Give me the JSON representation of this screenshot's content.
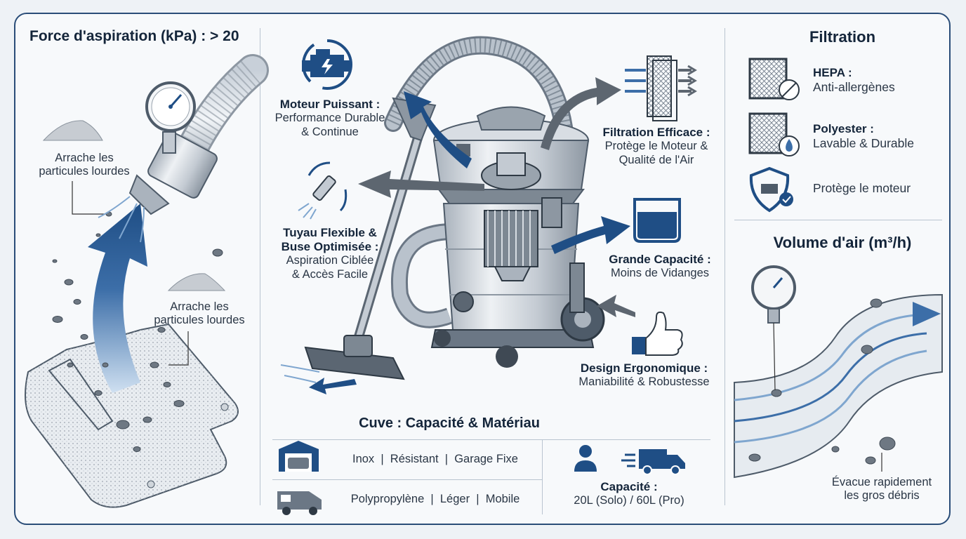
{
  "suction": {
    "title": "Force d'aspiration (kPa) : > 20",
    "label_top": [
      "Arrache les",
      "particules lourdes"
    ],
    "label_bottom": [
      "Arrache les",
      "particules lourdes"
    ]
  },
  "features": {
    "motor": {
      "title": "Moteur Puissant :",
      "lines": [
        "Performance Durable",
        "& Continue"
      ]
    },
    "hose": {
      "title_lines": [
        "Tuyau Flexible &",
        "Buse Optimisée :"
      ],
      "lines": [
        "Aspiration Ciblée",
        "& Accès Facile"
      ]
    },
    "filtration": {
      "title": "Filtration Efficace :",
      "lines": [
        "Protège le Moteur &",
        "Qualité de l'Air"
      ]
    },
    "capacity": {
      "title": "Grande Capacité :",
      "lines": [
        "Moins de Vidanges"
      ]
    },
    "ergonomic": {
      "title": "Design Ergonomique :",
      "lines": [
        "Maniabilité & Robustesse"
      ]
    }
  },
  "tank": {
    "title": "Cuve : Capacité & Matériau",
    "rows": [
      {
        "text": "Inox  |  Résistant  |  Garage Fixe",
        "icon": "garage-icon"
      },
      {
        "text": "Polypropylène  |  Léger  |  Mobile",
        "icon": "van-icon"
      }
    ],
    "capacity_title": "Capacité :",
    "capacity_value": "20L (Solo) / 60L (Pro)"
  },
  "filtration_panel": {
    "title": "Filtration",
    "items": [
      {
        "title": "HEPA :",
        "desc": "Anti-allergènes",
        "icon": "hepa-filter-icon"
      },
      {
        "title": "Polyester :",
        "desc": "Lavable & Durable",
        "icon": "polyester-filter-icon"
      },
      {
        "title": "",
        "desc": "Protège le moteur",
        "icon": "shield-engine-icon"
      }
    ]
  },
  "airflow": {
    "title": "Volume d'air (m³/h)",
    "label": [
      "Évacue rapidement",
      "les gros débris"
    ]
  },
  "colors": {
    "accent": "#2a4d78",
    "arrow_blue": "#1f4e85",
    "arrow_grey": "#5d6670",
    "frame_bg": "#f7f9fb"
  }
}
